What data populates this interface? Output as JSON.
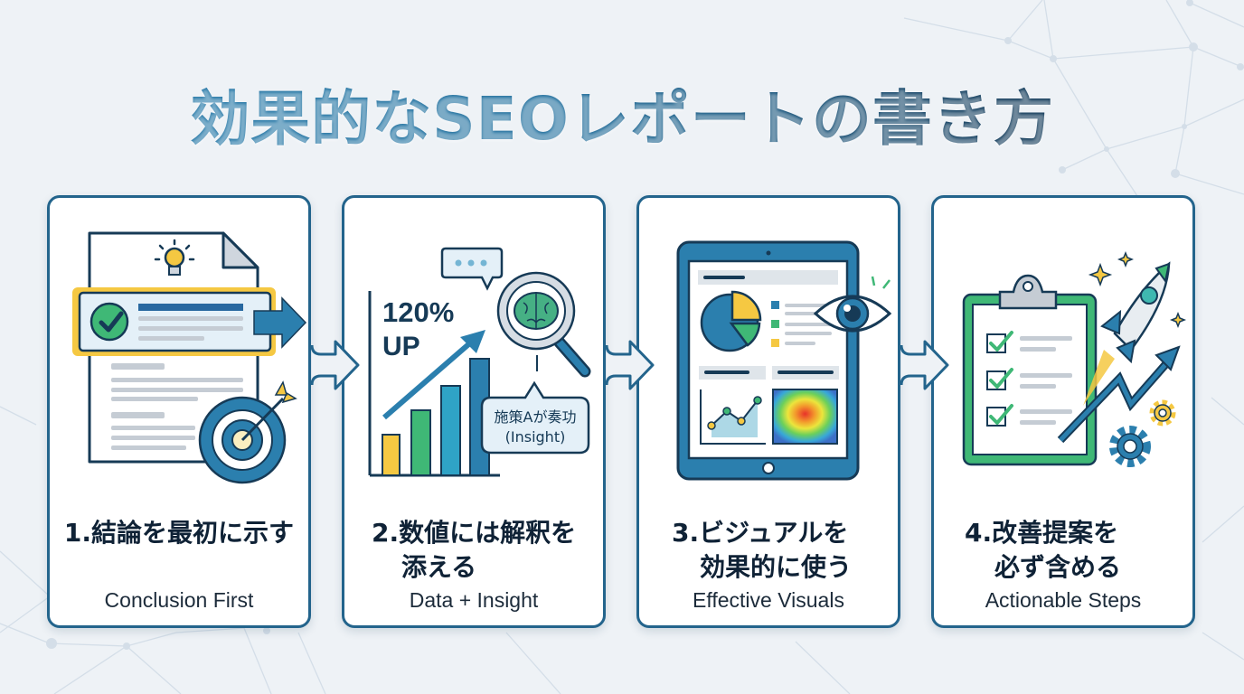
{
  "title": "効果的なSEOレポートの書き方",
  "colors": {
    "primary_blue": "#23648c",
    "accent_blue": "#2b7fae",
    "title_dark": "#0f3350",
    "yellow": "#f5c842",
    "green": "#3fb876",
    "background": "#eef2f6"
  },
  "steps": [
    {
      "number": "1.",
      "title_jp": "結論を最初に示す",
      "title_en": "Conclusion First",
      "icons": [
        "document-icon",
        "lightbulb-icon",
        "checkmark-icon",
        "arrow-right-icon",
        "target-icon"
      ]
    },
    {
      "number": "2.",
      "title_jp_line1": "数値には解釈を",
      "title_jp_line2": "添える",
      "title_en": "Data + Insight",
      "chart_label_line1": "120%",
      "chart_label_line2": "UP",
      "callout_line1": "施策Aが奏功",
      "callout_line2": "(Insight)",
      "icons": [
        "bar-chart-icon",
        "trend-arrow-icon",
        "speech-bubble-icon",
        "magnifier-brain-icon"
      ]
    },
    {
      "number": "3.",
      "title_jp_line1": "ビジュアルを",
      "title_jp_line2": "効果的に使う",
      "title_en": "Effective Visuals",
      "icons": [
        "tablet-icon",
        "pie-chart-icon",
        "line-chart-icon",
        "heatmap-icon",
        "eye-icon"
      ]
    },
    {
      "number": "4.",
      "title_jp_line1": "改善提案を",
      "title_jp_line2": "必ず含める",
      "title_en": "Actionable Steps",
      "icons": [
        "clipboard-checklist-icon",
        "rocket-icon",
        "growth-arrow-icon",
        "gear-icon",
        "sparkle-icon"
      ]
    }
  ],
  "connectors": [
    "chevron-right-icon",
    "chevron-right-icon",
    "chevron-right-icon"
  ]
}
